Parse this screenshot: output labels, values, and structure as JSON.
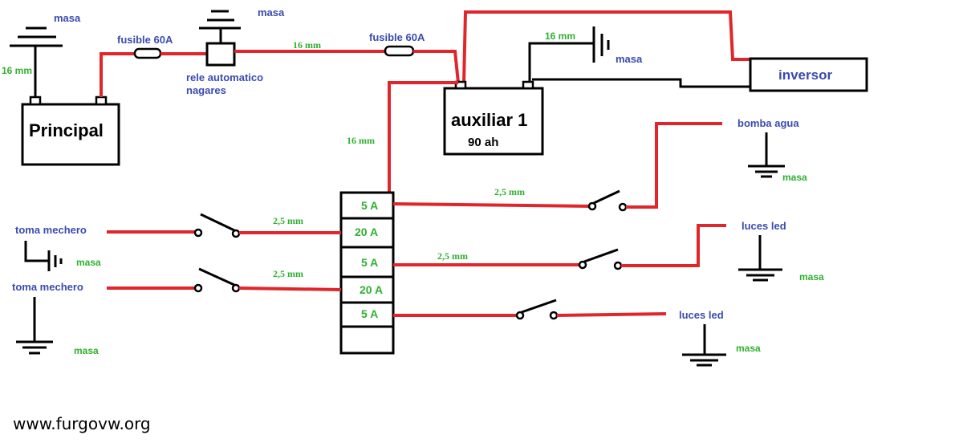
{
  "labels": {
    "masa_principal": "masa",
    "principal_wire": "16 mm",
    "fuse1": "fusible 60A",
    "masa_relay": "masa",
    "relay_name_1": "rele automatico",
    "relay_name_2": "nagares",
    "main_wire": "16 mm",
    "fuse2": "fusible 60A",
    "aux_ground_wire": "16 mm",
    "masa_aux": "masa",
    "inverter": "inversor",
    "feed_wire": "16 mm",
    "principal": "Principal",
    "auxiliar": "auxiliar 1",
    "aux_capacity": "90 ah",
    "pump": "bomba agua",
    "masa_pump": "masa",
    "led1": "luces led",
    "masa_led1": "masa",
    "led2": "luces led",
    "masa_led2": "masa",
    "lighter1": "toma mechero",
    "masa_lighter1": "masa",
    "lighter2": "toma mechero",
    "masa_lighter2": "masa",
    "wire_lighter1": "2,5 mm",
    "wire_lighter2": "2,5 mm",
    "wire_pump": "2,5 mm",
    "wire_led1": "2,5 mm",
    "watermark": "www.furgovw.org"
  },
  "fuse_box": [
    "5 A",
    "20 A",
    "5 A",
    "20 A",
    "5 A"
  ],
  "colors": {
    "wire": "#e0262b",
    "label_blue": "#3a4bb0",
    "label_green": "#2fb02f"
  }
}
